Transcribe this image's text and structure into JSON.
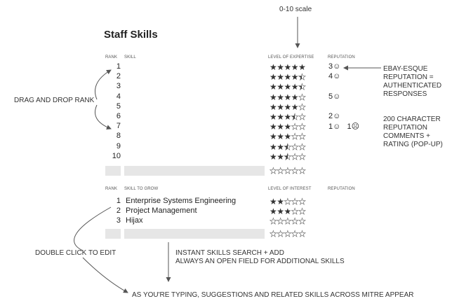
{
  "page_title": "Staff Skills",
  "scale_note": "0-10 scale",
  "skills_section": {
    "headers": {
      "rank": "RANK",
      "skill": "SKILL",
      "level": "LEVEL OF EXPERTISE",
      "reputation": "REPUTATION"
    },
    "rows": [
      {
        "rank": "1",
        "stars": 5,
        "reputation": "3☺"
      },
      {
        "rank": "2",
        "stars": 4.5,
        "reputation": "4☺"
      },
      {
        "rank": "3",
        "stars": 4.5,
        "reputation": ""
      },
      {
        "rank": "4",
        "stars": 4,
        "reputation": "5☺"
      },
      {
        "rank": "5",
        "stars": 4,
        "reputation": ""
      },
      {
        "rank": "6",
        "stars": 3.5,
        "reputation": "2☺"
      },
      {
        "rank": "7",
        "stars": 3,
        "reputation": "1☺   1☹"
      },
      {
        "rank": "8",
        "stars": 3,
        "reputation": ""
      },
      {
        "rank": "9",
        "stars": 2.5,
        "reputation": ""
      },
      {
        "rank": "10",
        "stars": 2.5,
        "reputation": ""
      }
    ],
    "empty_row_stars": 0
  },
  "grow_section": {
    "headers": {
      "rank": "RANK",
      "skill": "SKILL TO GROW",
      "level": "LEVEL OF INTEREST",
      "reputation": "REPUTATION"
    },
    "rows": [
      {
        "rank": "1",
        "skill": "Enterprise Systems Engineering",
        "stars": 2
      },
      {
        "rank": "2",
        "skill": "Project Management",
        "stars": 3
      },
      {
        "rank": "3",
        "skill": "Hijax",
        "stars": 0
      }
    ],
    "empty_row_stars": 0
  },
  "annotations": {
    "drag_drop": "DRAG AND DROP RANK",
    "ebay_1": "EBAY-ESQUE",
    "ebay_2": "REPUTATION =",
    "ebay_3": "AUTHENTICATED",
    "ebay_4": "RESPONSES",
    "comments_1": "200 CHARACTER",
    "comments_2": "REPUTATION",
    "comments_3": "COMMENTS +",
    "comments_4": "RATING (POP-UP)",
    "double_click": "DOUBLE CLICK TO EDIT",
    "instant_1": "INSTANT SKILLS SEARCH + ADD",
    "instant_2": "ALWAYS AN OPEN FIELD FOR ADDITIONAL SKILLS",
    "typing": "AS YOU'RE TYPING, SUGGESTIONS AND RELATED SKILLS ACROSS MITRE APPEAR"
  }
}
